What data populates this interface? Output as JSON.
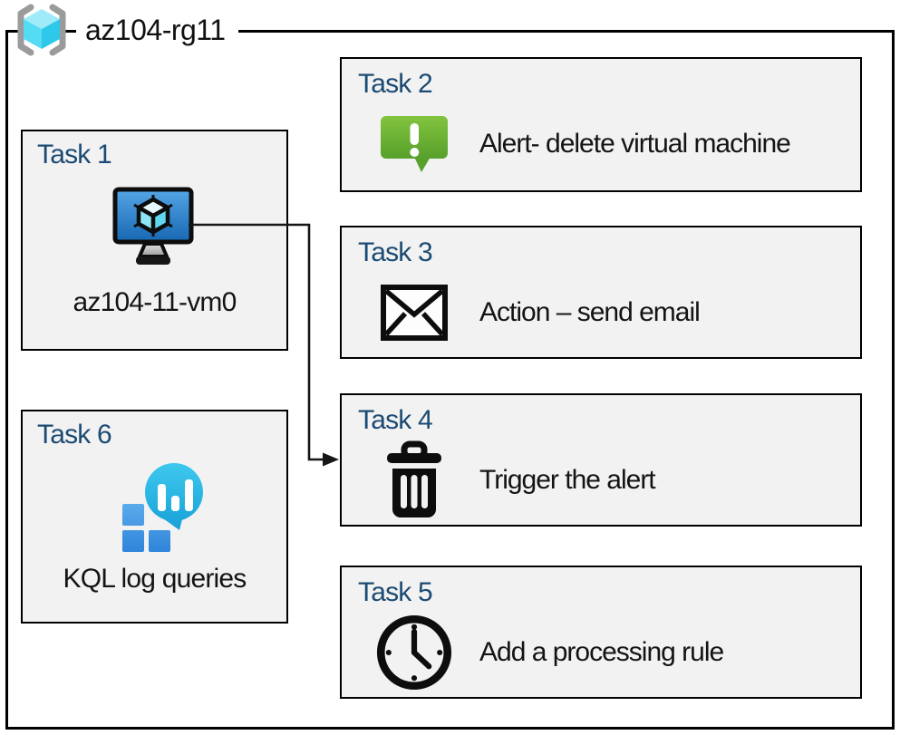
{
  "header": {
    "title": "az104-rg11",
    "icon": "resource-group-icon"
  },
  "tasks": {
    "task1": {
      "label": "Task 1",
      "caption": "az104-11-vm0",
      "icon": "virtual-machine-icon"
    },
    "task2": {
      "label": "Task 2",
      "caption": "Alert- delete virtual machine",
      "icon": "alert-message-icon"
    },
    "task3": {
      "label": "Task 3",
      "caption": "Action – send email",
      "icon": "email-envelope-icon"
    },
    "task4": {
      "label": "Task 4",
      "caption": "Trigger the alert",
      "icon": "trash-delete-icon"
    },
    "task5": {
      "label": "Task 5",
      "caption": "Add a processing rule",
      "icon": "clock-icon"
    },
    "task6": {
      "label": "Task 6",
      "caption": "KQL log queries",
      "icon": "log-analytics-icon"
    }
  },
  "connector": {
    "from": "task1",
    "to": "task4",
    "style": "elbow-arrow"
  },
  "colors": {
    "task_label_blue": "#1B4A73",
    "box_fill": "#F2F2F2",
    "box_border": "#000000",
    "alert_green_top": "#83C43F",
    "alert_green_bottom": "#57A02B",
    "vm_screen_top": "#55A6E6",
    "vm_screen_bottom": "#1767B2",
    "resource_cube_cyan": "#55DCF5",
    "bracket_gray": "#9B9B9B",
    "log_analytics_teal": "#23B2DF",
    "log_analytics_blue": "#3F92E2"
  }
}
